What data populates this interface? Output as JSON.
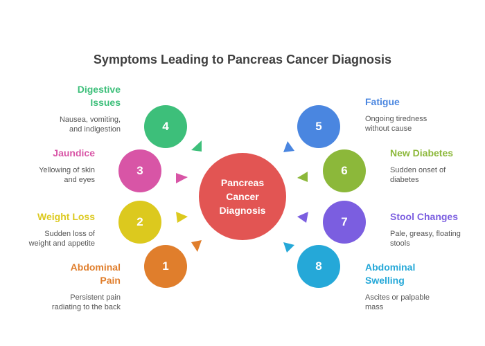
{
  "title": "Symptoms Leading to Pancreas Cancer Diagnosis",
  "center": {
    "label_lines": [
      "Pancreas",
      "Cancer",
      "Diagnosis"
    ],
    "color": "#e25553"
  },
  "symptoms": [
    {
      "number": "1",
      "title_lines": [
        "Abdominal",
        "Pain"
      ],
      "desc_lines": [
        "Persistent pain",
        "radiating to the back"
      ],
      "color": "#e07e2c"
    },
    {
      "number": "2",
      "title_lines": [
        "Weight Loss"
      ],
      "desc_lines": [
        "Sudden loss of",
        "weight and appetite"
      ],
      "color": "#dcc91e"
    },
    {
      "number": "3",
      "title_lines": [
        "Jaundice"
      ],
      "desc_lines": [
        "Yellowing of skin",
        "and eyes"
      ],
      "color": "#d855a6"
    },
    {
      "number": "4",
      "title_lines": [
        "Digestive",
        "Issues"
      ],
      "desc_lines": [
        "Nausea, vomiting,",
        "and indigestion"
      ],
      "color": "#3dbf7a"
    },
    {
      "number": "5",
      "title_lines": [
        "Fatigue"
      ],
      "desc_lines": [
        "Ongoing tiredness",
        "without cause"
      ],
      "color": "#4a86e0"
    },
    {
      "number": "6",
      "title_lines": [
        "New Diabetes"
      ],
      "desc_lines": [
        "Sudden onset of",
        "diabetes"
      ],
      "color": "#8cb83a"
    },
    {
      "number": "7",
      "title_lines": [
        "Stool Changes"
      ],
      "desc_lines": [
        "Pale, greasy, floating",
        "stools"
      ],
      "color": "#7b5ee0"
    },
    {
      "number": "8",
      "title_lines": [
        "Abdominal",
        "Swelling"
      ],
      "desc_lines": [
        "Ascites or palpable",
        "mass"
      ],
      "color": "#25a8d8"
    }
  ]
}
